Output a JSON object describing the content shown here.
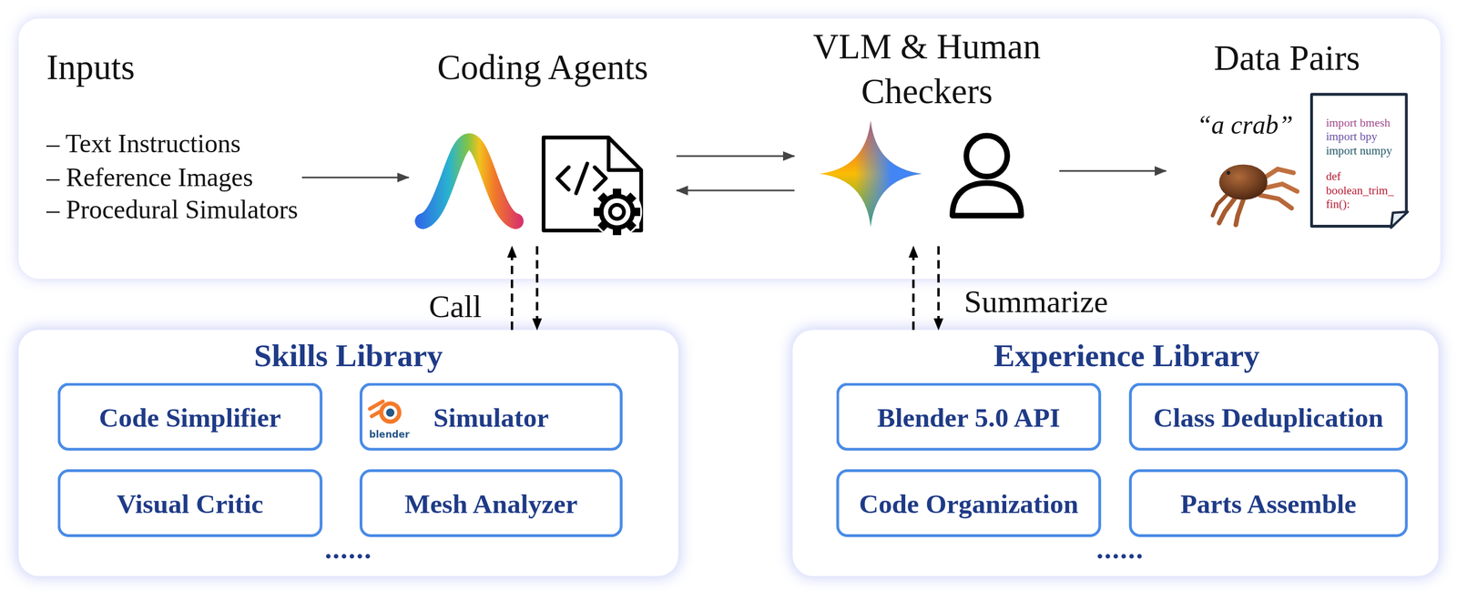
{
  "diagram": {
    "nodes": [
      {
        "text": [
          "Inputs",
          "– Text Instructions",
          "– Reference Images",
          "– Procedural Simulators"
        ]
      },
      {
        "text": [
          "Coding Agents"
        ]
      },
      {
        "text": [
          "VLM & Human Checkers"
        ]
      },
      {
        "text": [
          "Data Pairs",
          "“a crab”"
        ]
      },
      {
        "text": [
          "import bmesh",
          "import bpy",
          "import numpy",
          "def boolean_trim_ fin():"
        ],
        "in": 3
      },
      {
        "text": [
          "Skills Library",
          "......"
        ]
      },
      {
        "text": [
          "Code Simplifier"
        ],
        "in": 5
      },
      {
        "text": [
          "Simulator"
        ],
        "in": 5
      },
      {
        "text": [
          "Visual Critic"
        ],
        "in": 5
      },
      {
        "text": [
          "Mesh Analyzer"
        ],
        "in": 5
      },
      {
        "text": [
          "Experience Library",
          "......"
        ]
      },
      {
        "text": [
          "Blender 5.0 API"
        ],
        "in": 10
      },
      {
        "text": [
          "Class Deduplication"
        ],
        "in": 10
      },
      {
        "text": [
          "Code Organization"
        ],
        "in": 10
      },
      {
        "text": [
          "Parts Assemble"
        ],
        "in": 10
      }
    ],
    "edges": [
      {
        "from": 0,
        "to": 1,
        "arrow": "to"
      },
      {
        "from": 1,
        "to": 2,
        "arrow": "to"
      },
      {
        "from": 2,
        "to": 1,
        "arrow": "to"
      },
      {
        "from": 2,
        "to": 3,
        "arrow": "to"
      },
      {
        "from": 5,
        "to": 1,
        "arrow": "to",
        "label": "Call"
      },
      {
        "from": 1,
        "to": 5,
        "arrow": "to"
      },
      {
        "from": 10,
        "to": 2,
        "arrow": "to"
      },
      {
        "from": 2,
        "to": 10,
        "arrow": "to",
        "label": "Summarize"
      }
    ],
    "labels": [
      "blender"
    ]
  }
}
